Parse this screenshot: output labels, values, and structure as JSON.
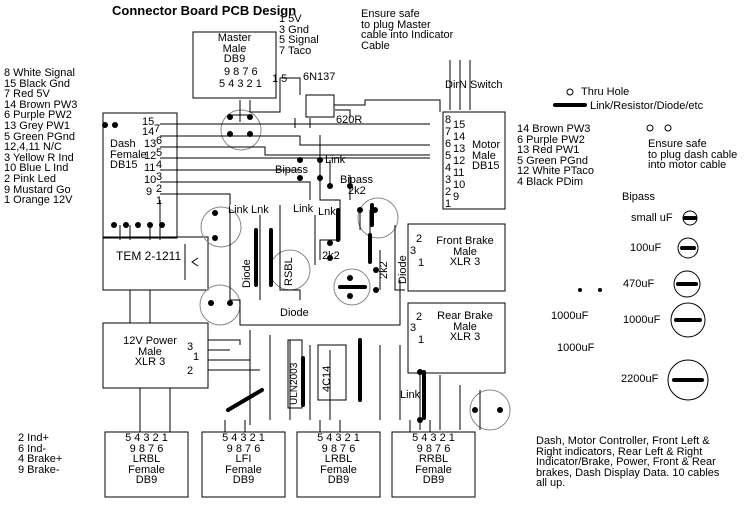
{
  "title": "Connector Board PCB Design",
  "master": {
    "pins": [
      "1 5V",
      "3 Gnd",
      "5 Signal",
      "7 Taco"
    ],
    "box_label": [
      "Master",
      "Male",
      "DB9"
    ],
    "row_top": "9 8 7 6",
    "row_bottom": "5 4 3 2 1",
    "side_pins": "1 5"
  },
  "safe_note_top": [
    "Ensure safe",
    "to plug Master",
    "cable into Indicator",
    "Cable"
  ],
  "ic_6n137": "6N137",
  "resistor_620r": "620R",
  "dirn_switch": "DirN Switch",
  "legend": {
    "thru_hole": "Thru Hole",
    "link": "Link/Resistor/Diode/etc",
    "safe_note": [
      "Ensure safe",
      "to plug dash cable",
      "into motor cable"
    ],
    "bipass_title": "Bipass",
    "caps": [
      "small uF",
      "100uF",
      "470uF",
      "1000uF",
      "2200uF"
    ]
  },
  "dash_pinout": [
    "8 White Signal",
    "15 Black Gnd",
    "7 Red 5V",
    "14 Brown PW3",
    "6 Purple PW2",
    "13 Grey PW1",
    "5 Green PGnd",
    "12,4,11 N/C",
    "3 Yellow R Ind",
    "10 Blue L Ind",
    "2 Pink Led",
    "9 Mustard Go",
    "1 Orange 12V"
  ],
  "dash_connector": {
    "label": [
      "Dash",
      "Female",
      "DB15"
    ],
    "pins": [
      "15",
      "14",
      "7",
      "13",
      "6",
      "12",
      "5",
      "11",
      "4",
      "10",
      "3",
      "9",
      "2",
      "1"
    ]
  },
  "motor_pinout": [
    "14 Brown PW3",
    "6 Purple PW2",
    "13 Red PW1",
    "5 Green PGnd",
    "12 White PTaco",
    "4 Black PDim"
  ],
  "motor_connector": {
    "label": [
      "Motor",
      "Male",
      "DB15"
    ],
    "pins_left": [
      "8",
      "7",
      "6",
      "5",
      "4",
      "3",
      "2",
      "1"
    ],
    "pins_right": [
      "15",
      "14",
      "13",
      "12",
      "11",
      "10",
      "9"
    ]
  },
  "board_labels": {
    "link1": "Link",
    "bipass1": "Bipass",
    "bipass2": "Bipass",
    "cap_2k2_a": "2k2",
    "link_left": "Link",
    "lnk": "Lnk",
    "link_mid": "Link",
    "lnk2": "Lnk",
    "rsbl": "RSBL",
    "cap_2k2_b": "2k2",
    "diode_left": "Diode",
    "diode_bottom": "Diode",
    "res_2k2_v": "2k2",
    "diode_right": "Diode",
    "link_bottom": "Link",
    "tem": "TEM 2-1211",
    "uln": "ULN2003",
    "ic_4c14": "4C14"
  },
  "front_brake": {
    "label": [
      "Front Brake",
      "Male",
      "XLR 3"
    ],
    "pins": [
      "2",
      "3",
      "1"
    ]
  },
  "rear_brake": {
    "label": [
      "Rear Brake",
      "Male",
      "XLR 3"
    ],
    "pins": [
      "2",
      "3",
      "1"
    ]
  },
  "power": {
    "label": [
      "12V Power",
      "Male",
      "XLR 3"
    ],
    "pins": [
      "3",
      "1",
      "2"
    ]
  },
  "res_1000uF_a": "1000uF",
  "res_1000uF_b": "1000uF",
  "indicator_pinout": [
    "2 Ind+",
    "6 Ind-",
    "4 Brake+",
    "9 Brake-"
  ],
  "db9_outputs": [
    {
      "row_top": "5 4 3 2 1",
      "row_bottom": "9 8 7 6",
      "name": "LRBL",
      "label": [
        "Female",
        "DB9"
      ]
    },
    {
      "row_top": "5 4 3 2 1",
      "row_bottom": "9 8 7 6",
      "name": "LFI",
      "label": [
        "Female",
        "DB9"
      ]
    },
    {
      "row_top": "5 4 3 2 1",
      "row_bottom": "9 8 7 6",
      "name": "LRBL",
      "label": [
        "Female",
        "DB9"
      ]
    },
    {
      "row_top": "5 4 3 2 1",
      "row_bottom": "9 8 7 6",
      "name": "RRBL",
      "label": [
        "Female",
        "DB9"
      ]
    }
  ],
  "summary_note": [
    "Dash, Motor Controller, Front Left &",
    "Right indicators, Rear Left & Right",
    "Indicator/Brake, Power, Front & Rear",
    "brakes, Dash Display Data.  10 cables",
    "all up."
  ]
}
